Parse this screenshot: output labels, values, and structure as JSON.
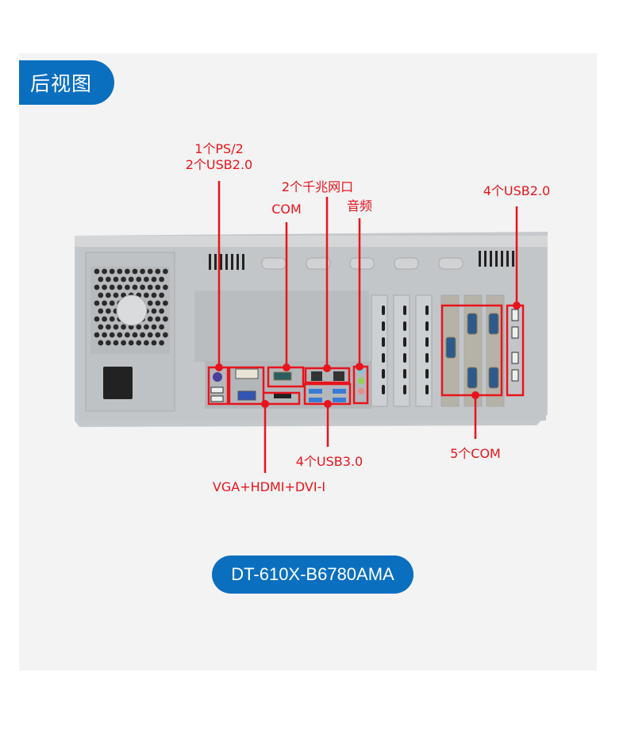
{
  "header": {
    "title": "后视图"
  },
  "product": {
    "model": "DT-610X-B6780AMA"
  },
  "colors": {
    "accent_blue": "#0b6fc0",
    "callout_red": "#e8141c",
    "panel_bg": "#f3f3f3",
    "chassis": "#c9cccf"
  },
  "callouts": {
    "ps2_usb": {
      "line1": "1个PS/2",
      "line2": "2个USB2.0"
    },
    "lan": "2个千兆网口",
    "com_top": "COM",
    "audio": "音频",
    "usb20_right": "4个USB2.0",
    "usb30": "4个USB3.0",
    "com5": "5个COM",
    "video": "VGA+HDMI+DVI-I"
  }
}
